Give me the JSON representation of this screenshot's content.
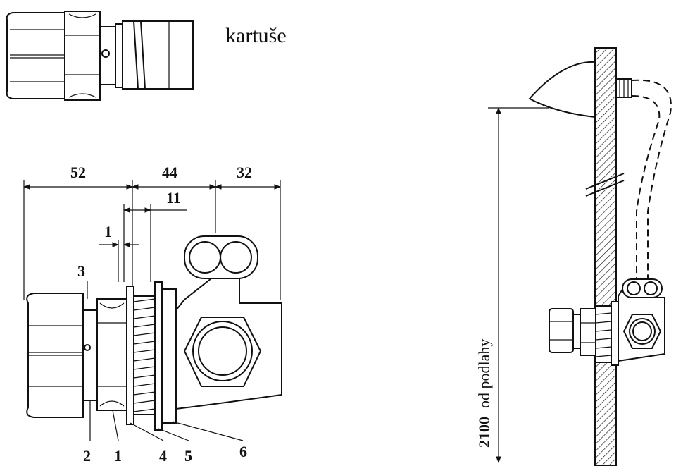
{
  "cartridge": {
    "caption": "kartuše"
  },
  "dimensions": {
    "d52": "52",
    "d44": "44",
    "d32": "32",
    "d11": "11",
    "d1": "1"
  },
  "callouts": [
    "3",
    "2",
    "1",
    "4",
    "5",
    "6"
  ],
  "mounting": {
    "height_value": "2100",
    "height_text": "od podlahy"
  }
}
